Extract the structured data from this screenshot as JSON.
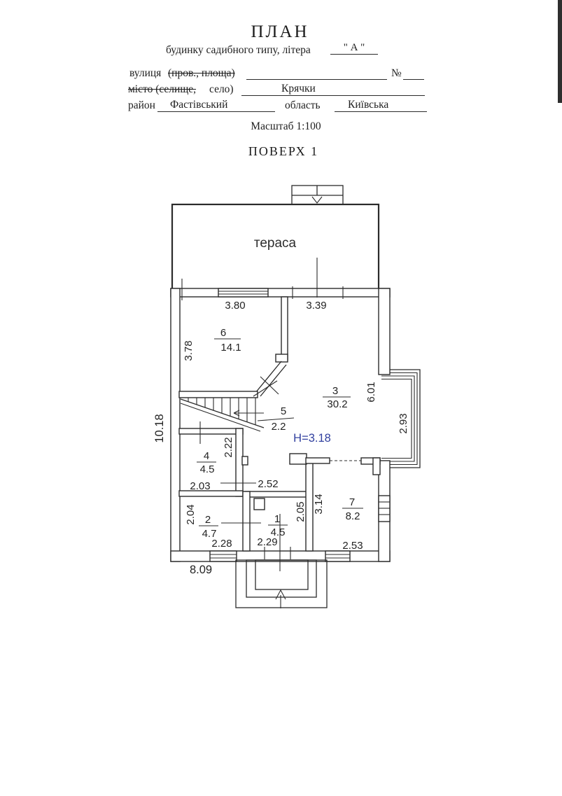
{
  "colors": {
    "ink": "#222222",
    "accent_blue": "#31409f"
  },
  "header": {
    "title": "ПЛАН",
    "subtitle": "будинку садибного типу, літера",
    "letter": "\" А \"",
    "street_label": "вулиця",
    "street_struck": "(пров., площа)",
    "number_sign": "№",
    "city_struck": "місто (селище,",
    "city_label": "село)",
    "city_value": "Крячки",
    "district_label": "район",
    "district_value": "Фастівський",
    "region_label": "область",
    "region_value": "Київська",
    "scale_note": "Масштаб 1:100",
    "floor_title": "ПОВЕРХ 1"
  },
  "plan": {
    "terrace_label": "тераса",
    "height_note": "H=3.18",
    "rooms": [
      {
        "num": "1",
        "area": "4.5"
      },
      {
        "num": "2",
        "area": "4.7"
      },
      {
        "num": "3",
        "area": "30.2"
      },
      {
        "num": "4",
        "area": "4.5"
      },
      {
        "num": "5",
        "area": "2.2"
      },
      {
        "num": "6",
        "area": "14.1"
      },
      {
        "num": "7",
        "area": "8.2"
      }
    ],
    "dims": {
      "room6_width": "3.80",
      "room3_width": "3.39",
      "room6_height": "3.78",
      "room3_height": "6.01",
      "bay_width": "2.93",
      "total_left": "10.18",
      "room4_height": "2.22",
      "room4_width": "2.03",
      "hall_width": "2.52",
      "room2_height": "2.04",
      "room2_width": "2.28",
      "room1_width": "2.29",
      "room1_height": "2.05",
      "room7_height": "3.14",
      "room7_width": "2.53",
      "total_bottom": "8.09"
    }
  }
}
